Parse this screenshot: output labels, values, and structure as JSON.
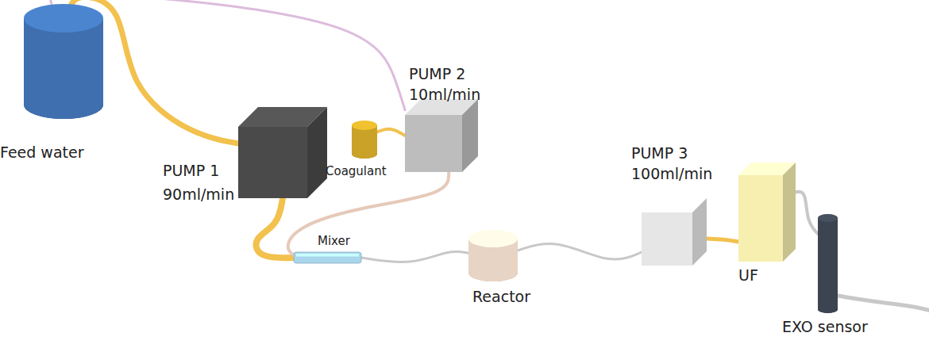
{
  "diagram": {
    "nodes": [
      {
        "text": [
          "Feed water"
        ]
      },
      {
        "text": [
          "PUMP 1",
          "90ml/min"
        ]
      },
      {
        "text": [
          "Coagulant"
        ]
      },
      {
        "text": [
          "PUMP 2",
          "10ml/min"
        ]
      },
      {
        "text": [
          "Mixer"
        ]
      },
      {
        "text": [
          "Reactor"
        ]
      },
      {
        "text": [
          "PUMP 3",
          "100ml/min"
        ]
      },
      {
        "text": [
          "UF"
        ]
      },
      {
        "text": [
          "EXO sensor"
        ]
      }
    ],
    "edges": [
      {
        "from": 0,
        "to": 1,
        "arrow": "none"
      },
      {
        "from": 0,
        "to": 3,
        "arrow": "none"
      },
      {
        "from": 2,
        "to": 3,
        "arrow": "none"
      },
      {
        "from": 1,
        "to": 4,
        "arrow": "none"
      },
      {
        "from": 3,
        "to": 4,
        "arrow": "none"
      },
      {
        "from": 4,
        "to": 5,
        "arrow": "none"
      },
      {
        "from": 5,
        "to": 6,
        "arrow": "none"
      },
      {
        "from": 6,
        "to": 7,
        "arrow": "none"
      },
      {
        "from": 7,
        "to": 8,
        "arrow": "none"
      }
    ]
  }
}
